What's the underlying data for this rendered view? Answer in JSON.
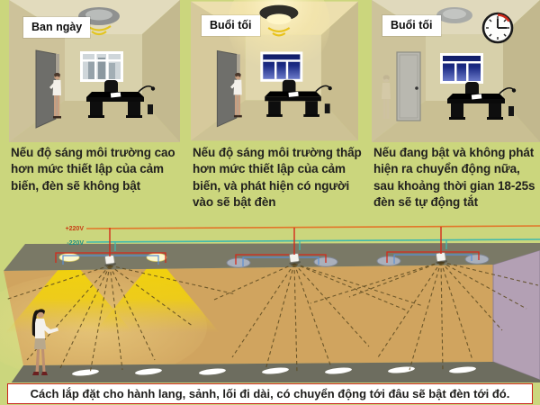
{
  "page": {
    "background_color": "#cbd67d",
    "type": "infographic about motion-sensor ceiling lights"
  },
  "panels": [
    {
      "label": "Ban ngày",
      "caption": "Nếu độ sáng môi trường cao hơn mức thiết lập của cảm biến, đèn sẽ không bật"
    },
    {
      "label": "Buổi tối",
      "caption": "Nếu độ sáng môi trường thấp hơn mức thiết lập của cảm biến, và phát hiện có người vào sẽ bật đèn"
    },
    {
      "label": "Buổi tối",
      "caption": "Nếu đang bật và không phát hiện ra chuyển động nữa, sau khoảng thời gian 18-25s đèn sẽ tự động tắt"
    }
  ],
  "diagram": {
    "wire_positive_label": "+220V",
    "wire_negative_label": "-220V",
    "caption": "Cách lắp đặt cho hành lang, sảnh, lối đi dài, có chuyển động tới đâu sẽ bật đèn tới đó."
  },
  "icons": {
    "ceiling_lamp": "ceiling-lamp-icon",
    "motion_waves": "motion-wave-icon",
    "wall_clock": "clock-icon",
    "motion_sensor": "motion-sensor-icon",
    "light_cone": "light-cone-shape",
    "person": "person-figure"
  },
  "colors": {
    "background_green": "#cbd67d",
    "wire_positive": "#e2762a",
    "wire_negative": "#41b9ad",
    "wire_drop_red": "#d42a1a",
    "wire_drop_blue": "#5b8fd4",
    "corridor_wall": "#d0a45f",
    "corridor_ceiling": "#7a7966",
    "corridor_floor": "#6d6d5f",
    "end_wall_purple": "#b3a0b4",
    "light_cone_yellow": "#f2d50a",
    "caption_border_red": "#c9241d",
    "night_window_blue": "#1b2a84"
  }
}
